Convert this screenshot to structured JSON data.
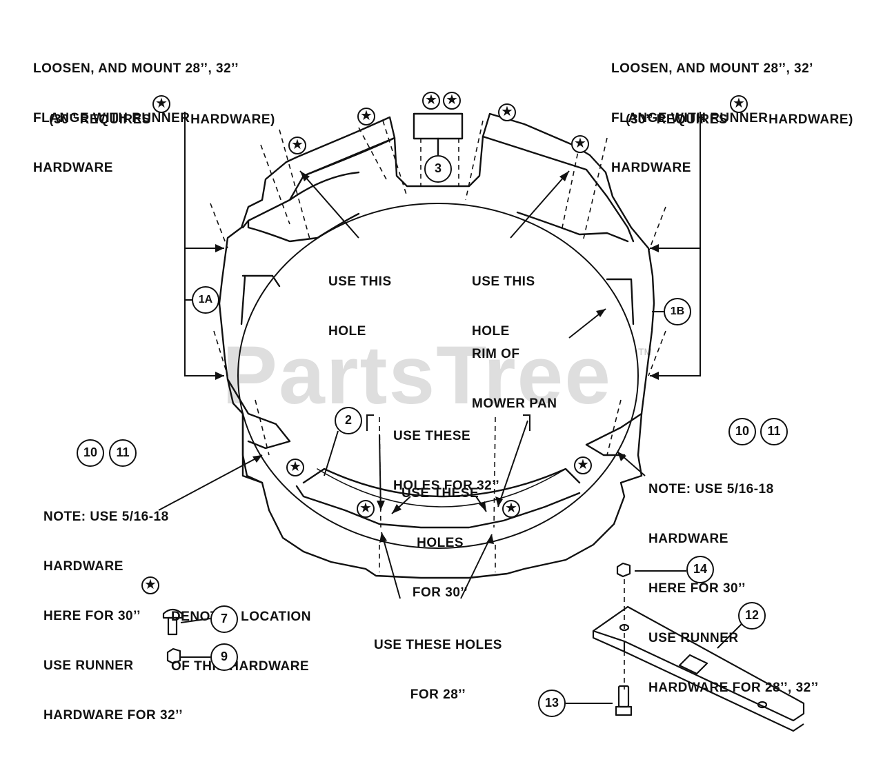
{
  "watermark": {
    "text": "PartsTree",
    "tm": "TM"
  },
  "labels": {
    "top_left": [
      "LOOSEN, AND MOUNT 28’’, 32’’",
      "FLANGE WITH RUNNER",
      "HARDWARE"
    ],
    "top_left_req": [
      "(30’’ REQUIRES",
      "HARDWARE)"
    ],
    "top_right": [
      "LOOSEN, AND MOUNT 28’’, 32’",
      "FLANGE WITH RUNNER",
      "HARDWARE"
    ],
    "top_right_req": [
      "(30’’ REQUIRES",
      "HARDWARE)"
    ],
    "use_this_hole_left": [
      "USE THIS",
      "HOLE"
    ],
    "use_this_hole_right": [
      "USE THIS",
      "HOLE"
    ],
    "rim": [
      "RIM OF",
      "MOWER PAN"
    ],
    "use_these_32": [
      "USE THESE",
      "HOLES FOR 32’’"
    ],
    "use_these_30": [
      "USE THESE",
      "HOLES",
      "FOR 30’’"
    ],
    "use_these_28": [
      "USE THESE HOLES",
      "FOR 28’’"
    ],
    "note_left": [
      "NOTE: USE 5/16-18",
      "HARDWARE",
      "HERE FOR 30’’",
      "USE RUNNER",
      "HARDWARE FOR 32’’"
    ],
    "note_right": [
      "NOTE: USE 5/16-18",
      "HARDWARE",
      "HERE FOR 30’’",
      "USE RUNNER",
      "HARDWARE FOR 28’’, 32’’"
    ],
    "denotes": [
      "DENOTES LOCATION",
      "OF THIS HARDWARE"
    ]
  },
  "callouts": {
    "c3": "3",
    "c1a": "1A",
    "c1b": "1B",
    "c2": "2",
    "c10l": "10",
    "c11l": "11",
    "c10r": "10",
    "c11r": "11",
    "c7": "7",
    "c9": "9",
    "c14": "14",
    "c12": "12",
    "c13": "13"
  },
  "icons": {
    "hardware_marker": "star-in-circle-icon"
  }
}
